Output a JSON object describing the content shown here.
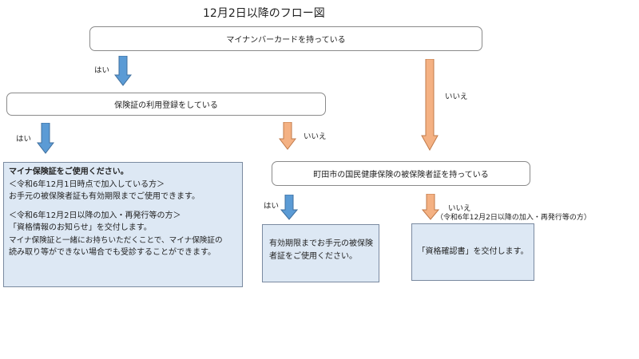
{
  "title": "12月2日以降のフロー図",
  "nodes": {
    "mynumber": "マイナンバーカードを持っている",
    "registration": "保険証の利用登録をしている",
    "kokuho": "町田市の国民健康保険の被保険者証を持っている"
  },
  "labels": {
    "yes1": "はい",
    "no1": "いいえ",
    "yes2": "はい",
    "no2": "いいえ",
    "yes3": "はい",
    "no3": "いいえ",
    "no3_sub": "（令和6年12月2日以降の加入・再発行等の方）"
  },
  "results": {
    "mynaHoken": {
      "heading": "マイナ保険証をご使用ください。",
      "lines": [
        "＜令和6年12月1日時点で加入している方＞",
        "お手元の被保険者証も有効期限までご使用できます。",
        "",
        "＜令和6年12月2日以降の加入・再発行等の方＞",
        "「資格情報のお知らせ」を交付します。",
        "マイナ保険証と一緒にお持ちいただくことで、マイナ保険証の",
        "読み取り等ができない場合でも受診することができます。"
      ]
    },
    "useCard": {
      "lines": [
        "有効期限までお手元の被保険",
        "者証をご使用ください。"
      ]
    },
    "shikakuKakunin": {
      "text": "「資格確認書」を交付します。"
    }
  },
  "colors": {
    "blue_arrow": "#5b9bd5",
    "blue_arrow_stroke": "#3f6f9e",
    "orange_arrow": "#f4b183",
    "orange_arrow_stroke": "#c07a4a",
    "result_fill": "#dde8f4"
  }
}
